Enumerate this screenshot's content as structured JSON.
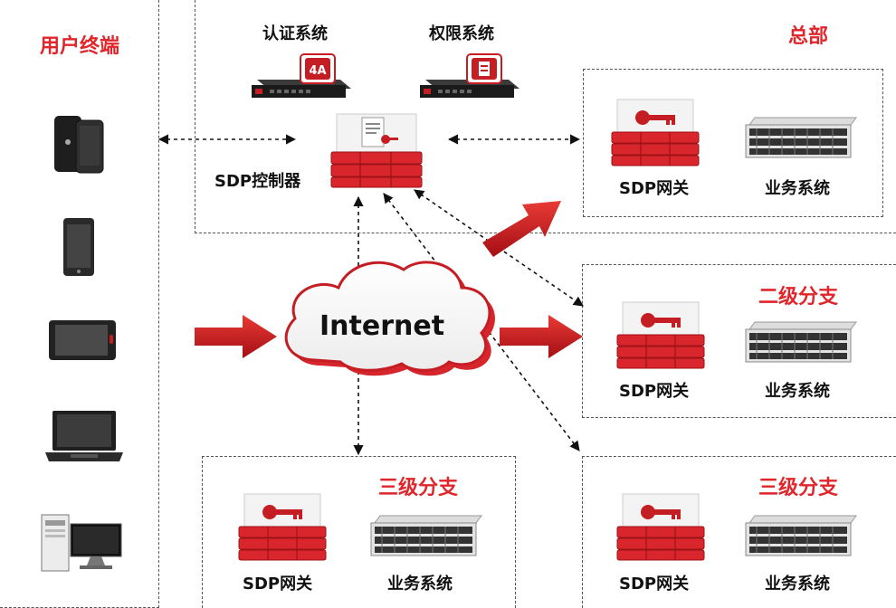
{
  "regions": {
    "user_terminal": "用户终端",
    "hq": "总部",
    "branch2": "二级分支",
    "branch3_left": "三级分支",
    "branch3_right": "三级分支"
  },
  "hq_systems": {
    "auth": "认证系统",
    "perm": "权限系统",
    "controller": "SDP控制器"
  },
  "network": {
    "label": "Internet"
  },
  "gateways": {
    "hq": "SDP网关",
    "branch2": "SDP网关",
    "branch3_left": "SDP网关",
    "branch3_right": "SDP网关"
  },
  "business": {
    "hq": "业务系统",
    "branch2": "业务系统",
    "branch3_left": "业务系统",
    "branch3_right": "业务系统"
  },
  "badges": {
    "auth_badge": "4A"
  },
  "icons": [
    "smartphone-icon",
    "phone-icon",
    "tablet-icon",
    "laptop-icon",
    "desktop-icon",
    "auth-appliance-icon",
    "perm-appliance-icon",
    "sdp-controller-icon",
    "sdp-gateway-icon",
    "server-rack-icon",
    "cloud-icon"
  ],
  "colors": {
    "accent": "#e0262b",
    "arrow": "#c8161c",
    "border": "#555555"
  }
}
